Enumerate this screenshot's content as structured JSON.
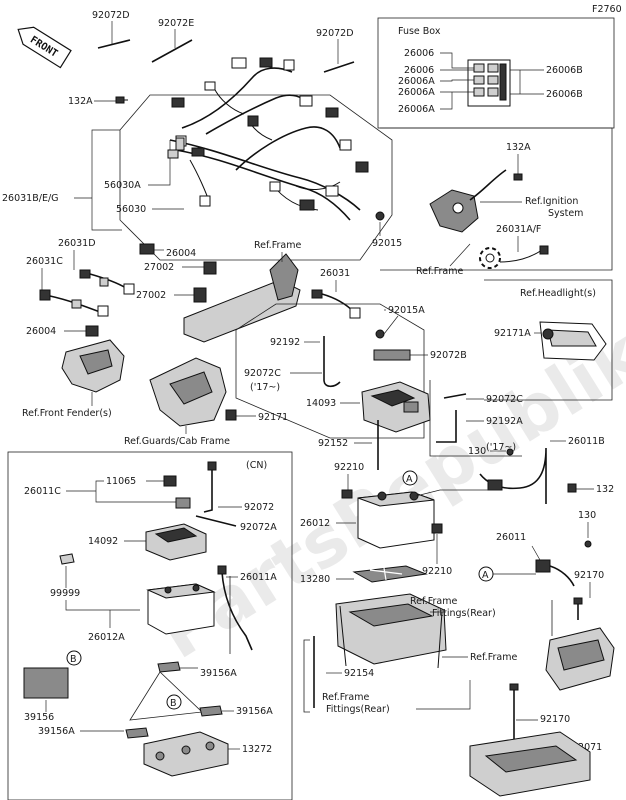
{
  "diagram_code": "F2760",
  "front_arrow": "FRONT",
  "fuse_box_title": "Fuse Box",
  "cn_title": "(CN)",
  "watermark": "PartsRepublik",
  "parts": {
    "p92072D_a": "92072D",
    "p92072E": "92072E",
    "p92072D_b": "92072D",
    "p132A_a": "132A",
    "p26031BEG": "26031B/E/G",
    "p56030A": "56030A",
    "p56030": "56030",
    "p26004_a": "26004",
    "p26031D": "26031D",
    "p26031C": "26031C",
    "p27002_a": "27002",
    "p27002_b": "27002",
    "p26004_b": "26004",
    "p92015": "92015",
    "p26031": "26031",
    "p92015A": "92015A",
    "p92192": "92192",
    "p92072B": "92072B",
    "p92072C_a": "92072C",
    "p17_a": "('17~)",
    "p14093": "14093",
    "p92171": "92171",
    "p92152": "92152",
    "p92210_a": "92210",
    "p26012": "26012",
    "p92210_b": "92210",
    "p13280": "13280",
    "p92154": "92154",
    "p132A_b": "132A",
    "p26031AF": "26031A/F",
    "p92171A": "92171A",
    "p92072C_b": "92072C",
    "p92192A": "92192A",
    "p17_b": "('17~)",
    "p130_a": "130",
    "p26011B": "26011B",
    "p132": "132",
    "p130_b": "130",
    "p26011": "26011",
    "p92170_a": "92170",
    "p92170_b": "92170",
    "p92071": "92071",
    "p26006_a": "26006",
    "p26006_b": "26006",
    "p26006A_a": "26006A",
    "p26006A_b": "26006A",
    "p26006A_c": "26006A",
    "p26006B_a": "26006B",
    "p26006B_b": "26006B",
    "p26011C": "26011C",
    "p11065": "11065",
    "p92072": "92072",
    "p92072A": "92072A",
    "p14092": "14092",
    "p26011A": "26011A",
    "p99999": "99999",
    "p26012A": "26012A",
    "p39156A_a": "39156A",
    "p39156": "39156",
    "p39156A_b": "39156A",
    "p39156A_c": "39156A",
    "p13272": "13272"
  },
  "refs": {
    "ignition_1": "Ref.Ignition",
    "ignition_2": "System",
    "frame_a": "Ref.Frame",
    "frame_b": "Ref.Frame",
    "frame_c": "Ref.Frame",
    "headlight": "Ref.Headlight(s)",
    "front_fender": "Ref.Front Fender(s)",
    "guards": "Ref.Guards/Cab Frame",
    "fittings_a1": "Ref.Frame",
    "fittings_a2": "Fittings(Rear)",
    "fittings_b1": "Ref.Frame",
    "fittings_b2": "Fittings(Rear)"
  },
  "callouts": {
    "A1": "A",
    "A2": "A",
    "B1": "B",
    "B2": "B"
  }
}
